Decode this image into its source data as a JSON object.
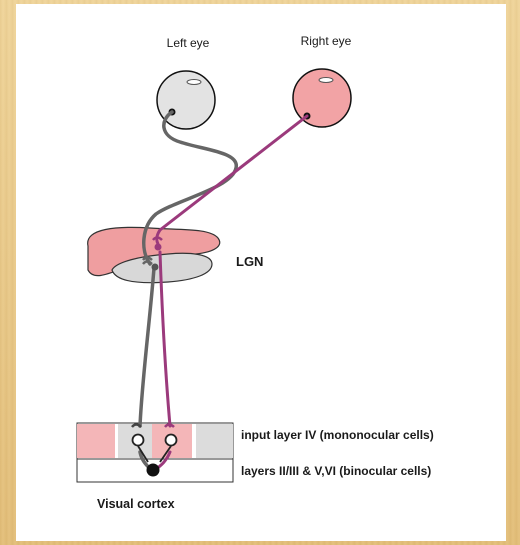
{
  "labels": {
    "left_eye": "Left eye",
    "right_eye": "Right eye",
    "lgn": "LGN",
    "input_layer": "input layer IV (mononocular cells)",
    "binocular_layers": "layers II/III & V,VI (binocular cells)",
    "visual_cortex": "Visual cortex"
  },
  "colors": {
    "frame": "#e8c887",
    "left_pathway": "#666666",
    "right_pathway": "#9b3a7c",
    "left_eye_fill": "#e3e3e3",
    "right_eye_fill": "#f2a3a5",
    "lgn_pink": "#ef9ea0",
    "lgn_gray": "#d8d8d8",
    "cortex_pink": "#f4b6b8",
    "cortex_gray": "#dcdcdc"
  }
}
